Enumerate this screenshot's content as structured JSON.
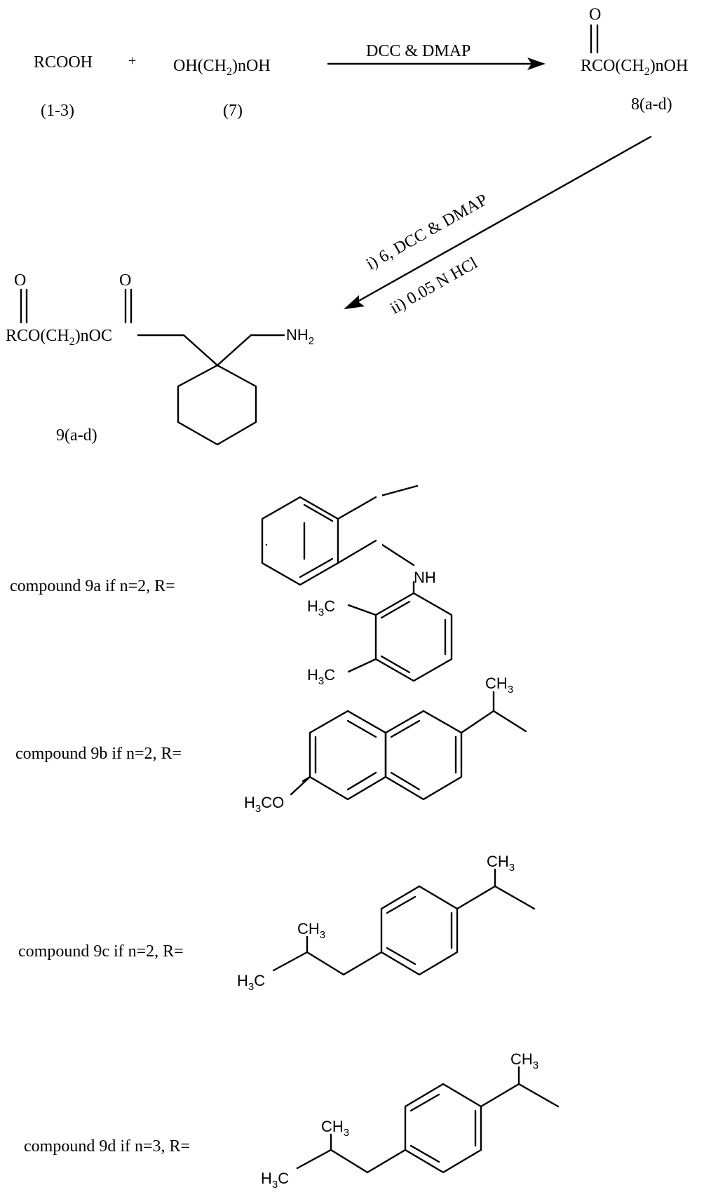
{
  "scheme": {
    "step1": {
      "reactant1": "RCOOH",
      "reactant1_label": "(1-3)",
      "plus": "+",
      "reactant2_pre": "OH(CH",
      "reactant2_sub": "2",
      "reactant2_post": ")nOH",
      "reactant2_label": "(7)",
      "reagents": "DCC & DMAP",
      "product_carbonyl_o": "O",
      "product_pre": "RCO(CH",
      "product_sub": "2",
      "product_post": ")nOH",
      "product_label": "8(a-d)"
    },
    "step2": {
      "reagent_line1": "i)  6, DCC & DMAP",
      "reagent_line2": "ii)   0.05 N HCl",
      "product_o1": "O",
      "product_o2": "O",
      "product_pre": "RCO(CH",
      "product_sub": "2",
      "product_post": ")nOC",
      "amine_pre": "NH",
      "amine_sub": "2",
      "product_label": "9(a-d)"
    }
  },
  "compounds": [
    {
      "label": "compound 9a if n=2,  R=",
      "nh": "NH",
      "methyl1_pre": "H",
      "methyl1_sub": "3",
      "methyl1_post": "C",
      "methyl2_pre": "H",
      "methyl2_sub": "3",
      "methyl2_post": "C"
    },
    {
      "label": "compound 9b if n=2,   R=",
      "ch3": "CH3",
      "ome_pre": "H",
      "ome_sub": "3",
      "ome_post": "CO"
    },
    {
      "label": "compound 9c if n=2,   R=",
      "ch3_top": "CH3",
      "ch3_branch": "CH3",
      "h3c_pre": "H",
      "h3c_sub": "3",
      "h3c_post": "C"
    },
    {
      "label": "compound 9d if n=3,   R=",
      "ch3_top": "CH3",
      "ch3_branch": "CH3",
      "h3c_pre": "H",
      "h3c_sub": "3",
      "h3c_post": "C"
    }
  ]
}
